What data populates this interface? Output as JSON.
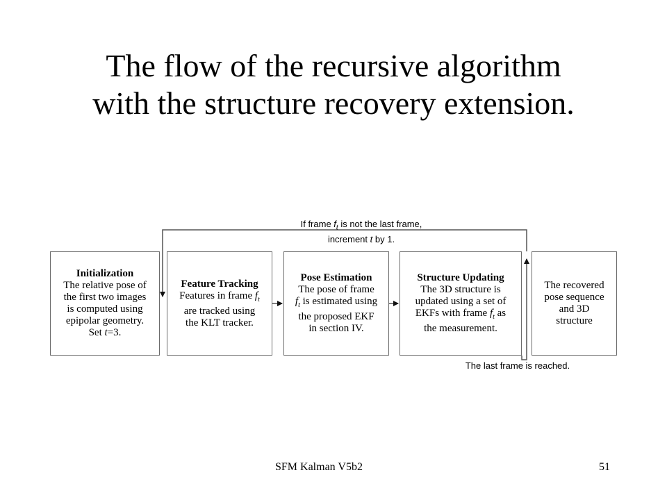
{
  "slide": {
    "title_line1": "The flow of the recursive algorithm",
    "title_line2": "with the structure recovery extension.",
    "footer_left": "SFM Kalman V5b2",
    "page_number": "51"
  },
  "diagram": {
    "loop_label_line1_pre": "If frame ",
    "loop_label_f": "f",
    "loop_label_t": "t",
    "loop_label_line1_post": " is not the last frame,",
    "loop_label_line2_pre": "increment ",
    "loop_label_line2_t": "t",
    "loop_label_line2_post": " by 1.",
    "exit_label": "The last frame is reached.",
    "boxes": {
      "init": {
        "heading": "Initialization",
        "l1": "The relative pose of",
        "l2": "the first two images",
        "l3": "is computed using",
        "l4": "epipolar geometry.",
        "l5_pre": "Set ",
        "l5_t": "t",
        "l5_post": "=3."
      },
      "track": {
        "heading": "Feature Tracking",
        "l1_pre": "Features in frame ",
        "l1_f": "f",
        "l1_t": "t",
        "l2": "are tracked  using",
        "l3": "the KLT tracker."
      },
      "pose": {
        "heading": "Pose Estimation",
        "l1": "The pose of frame",
        "l2_f": "f",
        "l2_t": "t",
        "l2_post": " is estimated using",
        "l3": "the proposed EKF",
        "l4": "in section IV."
      },
      "struct": {
        "heading": "Structure Updating",
        "l1": "The 3D structure is",
        "l2": "updated using a set of",
        "l3_pre": "EKFs with frame ",
        "l3_f": "f",
        "l3_t": "t",
        "l3_post": " as",
        "l4": "the measurement."
      },
      "result": {
        "l1": "The recovered",
        "l2": "pose sequence",
        "l3": "and 3D",
        "l4": "structure"
      }
    }
  }
}
